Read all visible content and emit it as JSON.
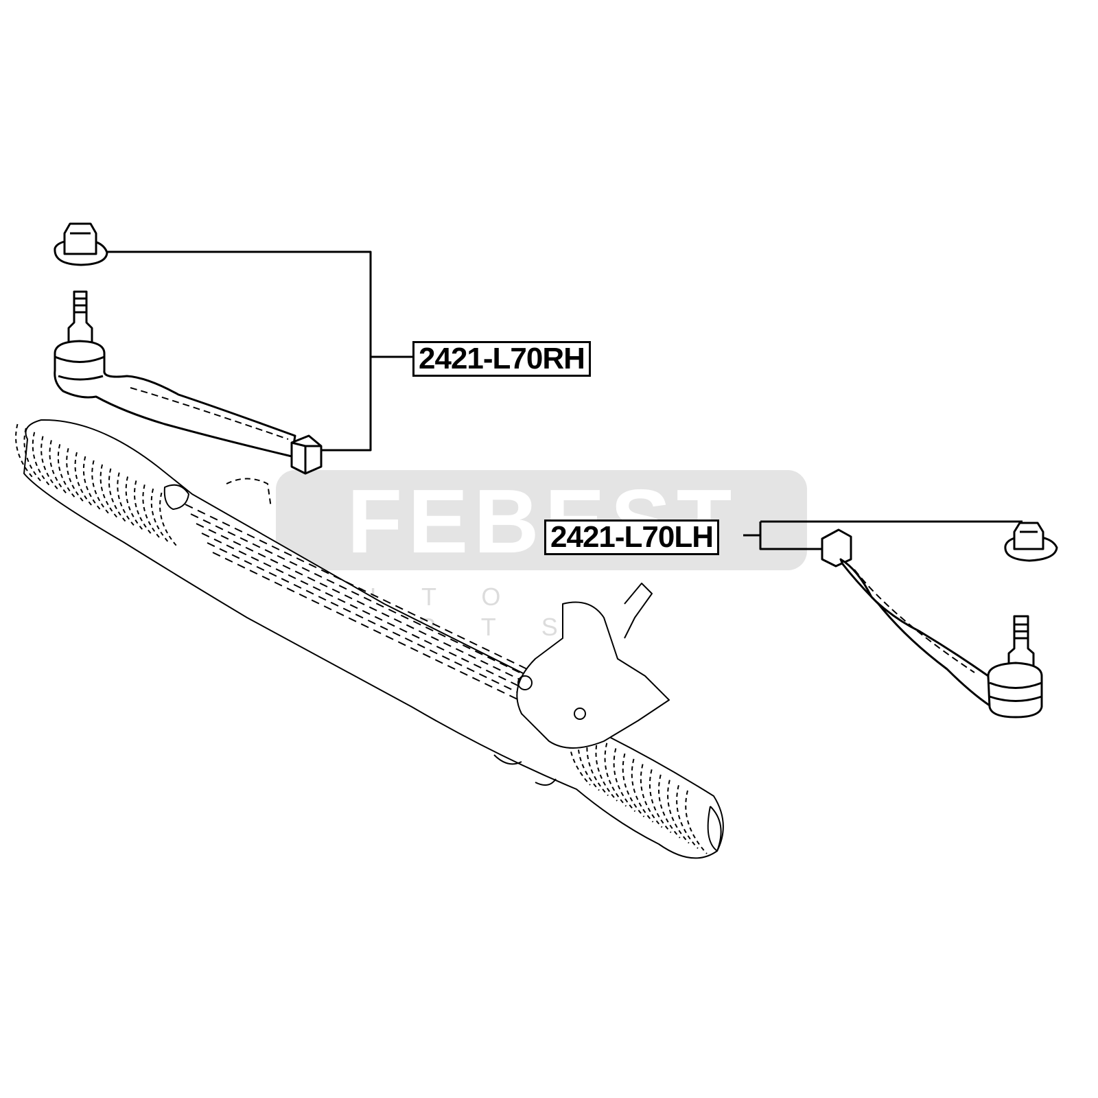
{
  "watermark": {
    "brand": "FEBEST",
    "tagline": "AUTO PARTS"
  },
  "labels": {
    "right_part": "2421-L70RH",
    "left_part": "2421-L70LH"
  },
  "colors": {
    "line": "#000000",
    "watermark_bg": "#e4e4e4",
    "watermark_sub": "#dcdcdc"
  }
}
